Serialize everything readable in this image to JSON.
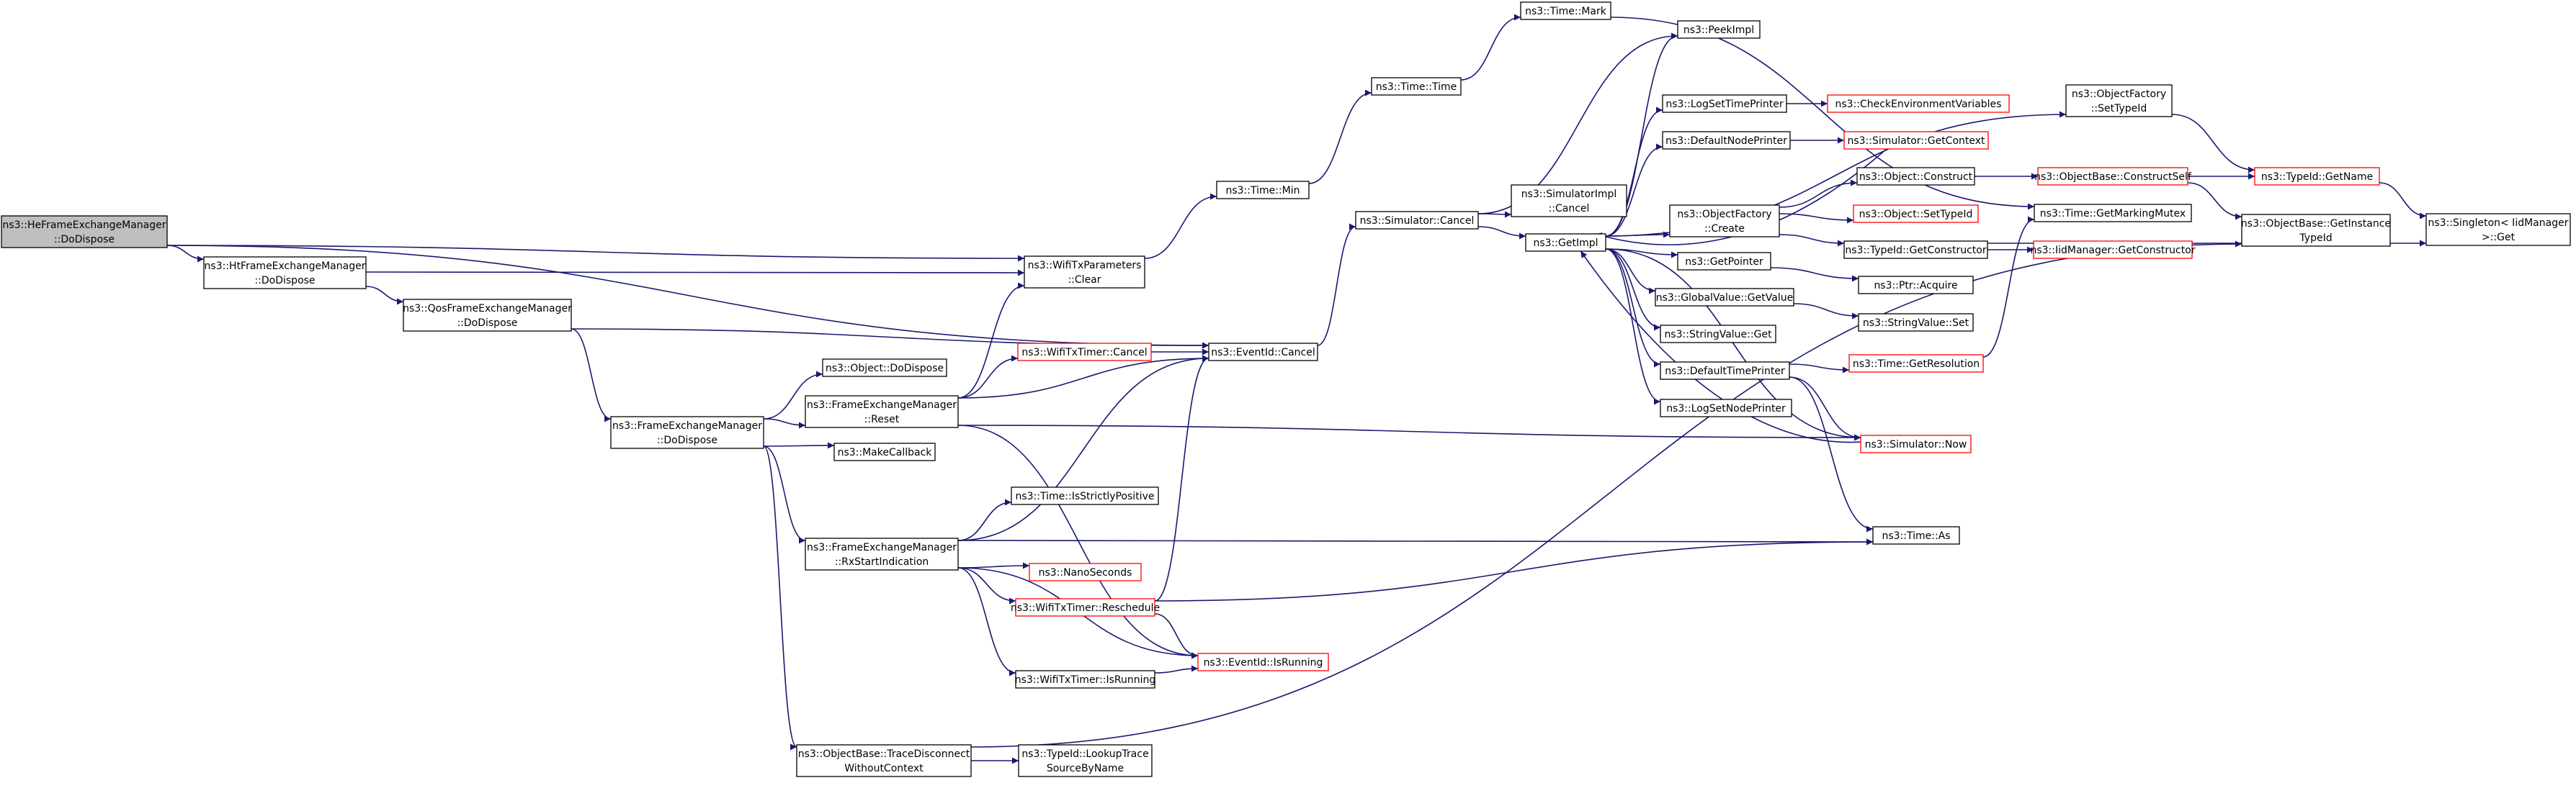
{
  "colors": {
    "edge": "#191970",
    "node_border": "#000000",
    "node_border_truncated": "#ff0000",
    "node_fill": "#ffffff",
    "node_fill_root": "#bfbfbf",
    "text": "#000000"
  },
  "nodes": {
    "n0": {
      "lines": [
        "ns3::HeFrameExchangeManager",
        "::DoDispose"
      ],
      "style": "root"
    },
    "n1": {
      "lines": [
        "ns3::HtFrameExchangeManager",
        "::DoDispose"
      ]
    },
    "n2": {
      "lines": [
        "ns3::QosFrameExchangeManager",
        "::DoDispose"
      ]
    },
    "n3": {
      "lines": [
        "ns3::FrameExchangeManager",
        "::DoDispose"
      ]
    },
    "n4": {
      "lines": [
        "ns3::Object::DoDispose"
      ]
    },
    "n5": {
      "lines": [
        "ns3::FrameExchangeManager",
        "::Reset"
      ]
    },
    "n6": {
      "lines": [
        "ns3::MakeCallback"
      ]
    },
    "n7": {
      "lines": [
        "ns3::FrameExchangeManager",
        "::RxStartIndication"
      ]
    },
    "n8": {
      "lines": [
        "ns3::ObjectBase::TraceDisconnect",
        "WithoutContext"
      ]
    },
    "n9": {
      "lines": [
        "ns3::WifiTxParameters",
        "::Clear"
      ]
    },
    "n10": {
      "lines": [
        "ns3::WifiTxTimer::Cancel"
      ],
      "style": "truncated"
    },
    "n11": {
      "lines": [
        "ns3::EventId::Cancel"
      ]
    },
    "n12": {
      "lines": [
        "ns3::Time::IsStrictlyPositive"
      ]
    },
    "n13": {
      "lines": [
        "ns3::NanoSeconds"
      ],
      "style": "truncated"
    },
    "n14": {
      "lines": [
        "ns3::WifiTxTimer::Reschedule"
      ],
      "style": "truncated"
    },
    "n15": {
      "lines": [
        "ns3::WifiTxTimer::IsRunning"
      ]
    },
    "n16": {
      "lines": [
        "ns3::EventId::IsRunning"
      ],
      "style": "truncated"
    },
    "n17": {
      "lines": [
        "ns3::TypeId::LookupTrace",
        "SourceByName"
      ]
    },
    "n18": {
      "lines": [
        "ns3::Time::Min"
      ]
    },
    "n19": {
      "lines": [
        "ns3::Time::Time"
      ]
    },
    "n20": {
      "lines": [
        "ns3::Time::Mark"
      ]
    },
    "n21": {
      "lines": [
        "ns3::Simulator::Cancel"
      ]
    },
    "n22": {
      "lines": [
        "ns3::SimulatorImpl",
        "::Cancel"
      ]
    },
    "n23": {
      "lines": [
        "ns3::GetImpl"
      ]
    },
    "n24": {
      "lines": [
        "ns3::PeekImpl"
      ]
    },
    "n25": {
      "lines": [
        "ns3::LogSetTimePrinter"
      ]
    },
    "n26": {
      "lines": [
        "ns3::DefaultNodePrinter"
      ]
    },
    "n27": {
      "lines": [
        "ns3::ObjectFactory",
        "::Create"
      ]
    },
    "n28": {
      "lines": [
        "ns3::GetPointer"
      ]
    },
    "n29": {
      "lines": [
        "ns3::GlobalValue::GetValue"
      ]
    },
    "n30": {
      "lines": [
        "ns3::StringValue::Get"
      ]
    },
    "n31": {
      "lines": [
        "ns3::DefaultTimePrinter"
      ]
    },
    "n32": {
      "lines": [
        "ns3::LogSetNodePrinter"
      ]
    },
    "n33": {
      "lines": [
        "ns3::CheckEnvironmentVariables"
      ],
      "style": "truncated"
    },
    "n34": {
      "lines": [
        "ns3::Simulator::GetContext"
      ],
      "style": "truncated"
    },
    "n35": {
      "lines": [
        "ns3::Object::Construct"
      ]
    },
    "n36": {
      "lines": [
        "ns3::Object::SetTypeId"
      ],
      "style": "truncated"
    },
    "n37": {
      "lines": [
        "ns3::TypeId::GetConstructor"
      ]
    },
    "n38": {
      "lines": [
        "ns3::Ptr::Acquire"
      ]
    },
    "n39": {
      "lines": [
        "ns3::StringValue::Set"
      ]
    },
    "n40": {
      "lines": [
        "ns3::Time::GetResolution"
      ],
      "style": "truncated"
    },
    "n41": {
      "lines": [
        "ns3::Simulator::Now"
      ],
      "style": "truncated"
    },
    "n42": {
      "lines": [
        "ns3::Time::As"
      ]
    },
    "n43": {
      "lines": [
        "ns3::ObjectFactory",
        "::SetTypeId"
      ]
    },
    "n44": {
      "lines": [
        "ns3::ObjectBase::ConstructSelf"
      ],
      "style": "truncated"
    },
    "n45": {
      "lines": [
        "ns3::IidManager::GetConstructor"
      ],
      "style": "truncated"
    },
    "n46": {
      "lines": [
        "ns3::Time::GetMarkingMutex"
      ]
    },
    "n47": {
      "lines": [
        "ns3::TypeId::GetName"
      ],
      "style": "truncated"
    },
    "n48": {
      "lines": [
        "ns3::ObjectBase::GetInstance",
        "TypeId"
      ]
    },
    "n49": {
      "lines": [
        "ns3::Singleton< IidManager",
        ">::Get"
      ]
    }
  },
  "edges": [
    [
      "n0",
      "n1"
    ],
    [
      "n0",
      "n9"
    ],
    [
      "n0",
      "n11"
    ],
    [
      "n1",
      "n2"
    ],
    [
      "n1",
      "n9"
    ],
    [
      "n2",
      "n3"
    ],
    [
      "n2",
      "n11"
    ],
    [
      "n3",
      "n4"
    ],
    [
      "n3",
      "n5"
    ],
    [
      "n3",
      "n6"
    ],
    [
      "n3",
      "n7"
    ],
    [
      "n3",
      "n8"
    ],
    [
      "n5",
      "n9"
    ],
    [
      "n5",
      "n10"
    ],
    [
      "n5",
      "n11"
    ],
    [
      "n5",
      "n16"
    ],
    [
      "n5",
      "n41"
    ],
    [
      "n7",
      "n11"
    ],
    [
      "n7",
      "n12"
    ],
    [
      "n7",
      "n13"
    ],
    [
      "n7",
      "n14"
    ],
    [
      "n7",
      "n15"
    ],
    [
      "n7",
      "n16"
    ],
    [
      "n7",
      "n42"
    ],
    [
      "n8",
      "n17"
    ],
    [
      "n8",
      "n48"
    ],
    [
      "n9",
      "n18"
    ],
    [
      "n10",
      "n11"
    ],
    [
      "n11",
      "n21"
    ],
    [
      "n14",
      "n11"
    ],
    [
      "n14",
      "n16"
    ],
    [
      "n14",
      "n42"
    ],
    [
      "n15",
      "n16"
    ],
    [
      "n18",
      "n19"
    ],
    [
      "n19",
      "n20"
    ],
    [
      "n20",
      "n46"
    ],
    [
      "n21",
      "n22"
    ],
    [
      "n21",
      "n23"
    ],
    [
      "n21",
      "n24"
    ],
    [
      "n23",
      "n24"
    ],
    [
      "n23",
      "n25"
    ],
    [
      "n23",
      "n26"
    ],
    [
      "n23",
      "n27"
    ],
    [
      "n23",
      "n28"
    ],
    [
      "n23",
      "n29"
    ],
    [
      "n23",
      "n30"
    ],
    [
      "n23",
      "n31"
    ],
    [
      "n23",
      "n32"
    ],
    [
      "n23",
      "n41"
    ],
    [
      "n23",
      "n43"
    ],
    [
      "n25",
      "n33"
    ],
    [
      "n26",
      "n34"
    ],
    [
      "n27",
      "n35"
    ],
    [
      "n27",
      "n36"
    ],
    [
      "n27",
      "n37"
    ],
    [
      "n28",
      "n38"
    ],
    [
      "n29",
      "n39"
    ],
    [
      "n31",
      "n40"
    ],
    [
      "n31",
      "n41"
    ],
    [
      "n31",
      "n42"
    ],
    [
      "n34",
      "n23"
    ],
    [
      "n35",
      "n44"
    ],
    [
      "n37",
      "n45"
    ],
    [
      "n37",
      "n49"
    ],
    [
      "n40",
      "n46"
    ],
    [
      "n41",
      "n23"
    ],
    [
      "n43",
      "n47"
    ],
    [
      "n44",
      "n47"
    ],
    [
      "n44",
      "n48"
    ],
    [
      "n47",
      "n49"
    ]
  ]
}
